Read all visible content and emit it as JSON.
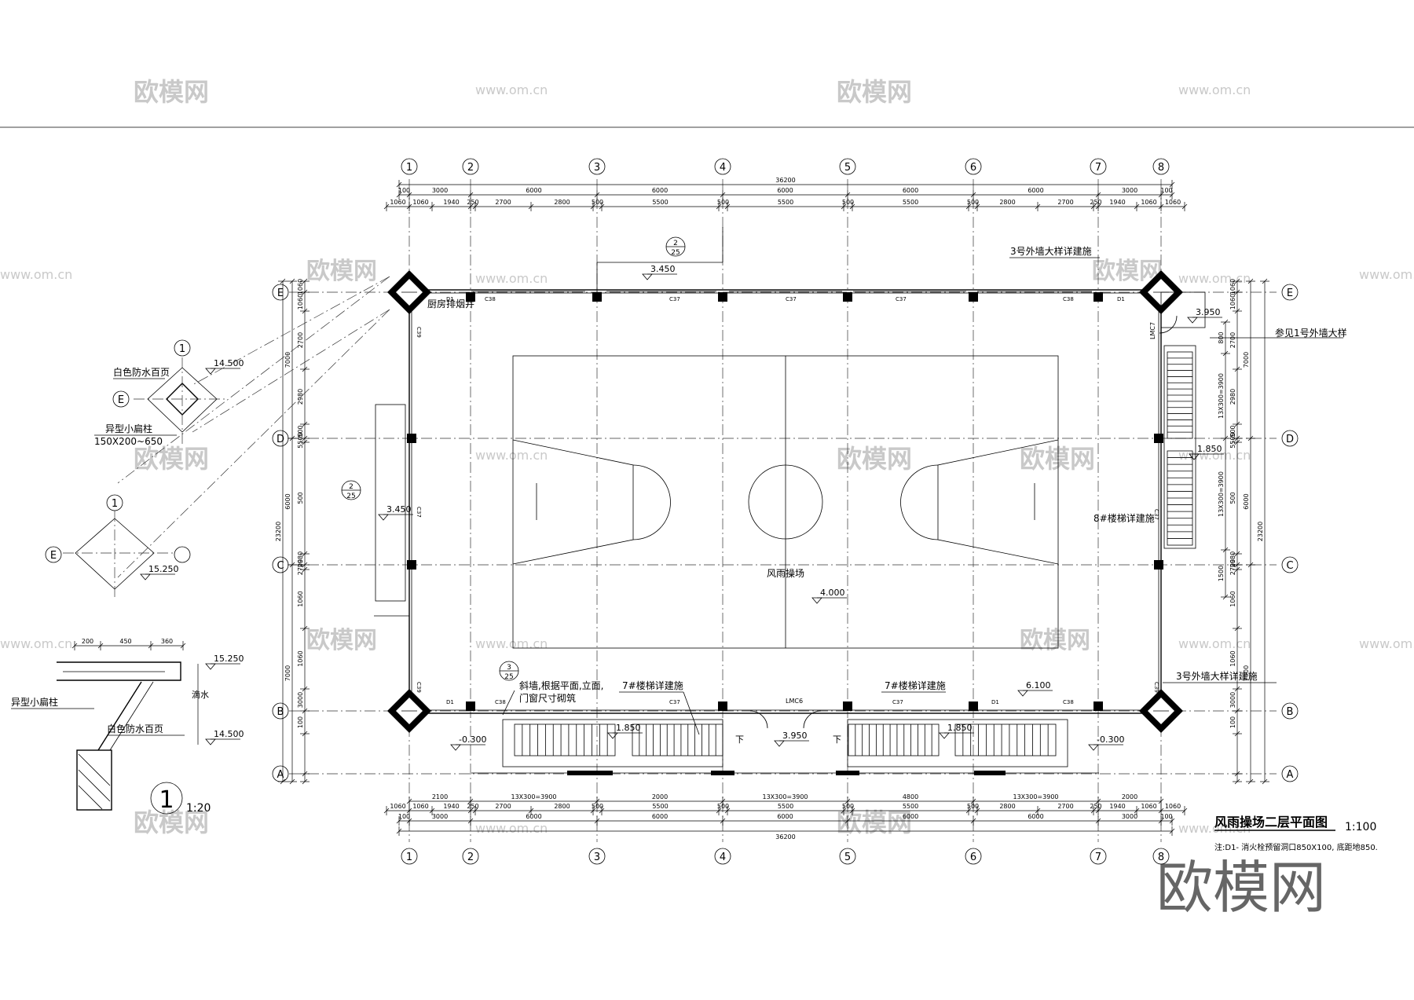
{
  "drawing_title": "风雨操场二层平面图",
  "drawing_scale": "1:100",
  "note": "注:D1- 消火栓预留洞口850X100, 底距地850.",
  "watermark_big": "欧模网",
  "watermark_small": "欧模网",
  "watermark_url": "www.om.cn",
  "axes_numbers": [
    "1",
    "2",
    "3",
    "4",
    "5",
    "6",
    "7",
    "8"
  ],
  "axes_letters": [
    "E",
    "D",
    "C",
    "B",
    "A"
  ],
  "overall_width": "36200",
  "overall_depth": "23200",
  "top_dims_row1": [
    "100",
    "3000",
    "6000",
    "6000",
    "6000",
    "6000",
    "6000",
    "3000",
    "100"
  ],
  "top_dims_row2": [
    "1060",
    "1060",
    "1940",
    "250",
    "2700",
    "2800",
    "500",
    "5500",
    "500",
    "5500",
    "500",
    "5500",
    "500",
    "2800",
    "2700",
    "250",
    "1940",
    "1060",
    "1060"
  ],
  "bottom_dims_row1": [
    "2100",
    "13X300=3900",
    "2000",
    "13X300=3900",
    "100",
    "4800",
    "100",
    "13X300=3900",
    "2000",
    "13X300=3900",
    "2100"
  ],
  "left_dims": [
    "1060",
    "1060",
    "2700",
    "2980",
    "500",
    "5500",
    "500",
    "2980",
    "2700",
    "1060",
    "1060",
    "3000",
    "100"
  ],
  "right_dims_outer": [
    "1060",
    "3000",
    "7000",
    "2980",
    "500",
    "5500",
    "500",
    "2980",
    "7000",
    "1060",
    "3000",
    "100"
  ],
  "right_dims_inner": [
    "800",
    "13X300=3900",
    "13X300=3900",
    "1500"
  ],
  "labels": {
    "court": "风雨操场",
    "court_level": "4.000",
    "roof_level": "3.450",
    "roof_level_left": "3.450",
    "stair_level_right": "1.850",
    "stair_level_b1": "1.850",
    "stair_level_b2": "1.850",
    "entry_level": "3.950",
    "door_level_right": "3.950",
    "outside_left": "-0.300",
    "outside_right": "-0.300",
    "level_b_right": "6.100",
    "chimney": "厨房排烟井",
    "wall_detail_3_top": "3号外墙大样详建施",
    "wall_detail_1": "参见1号外墙大样",
    "wall_detail_3_bottom": "3号外墙大样详建施",
    "stair8": "8#楼梯详建施",
    "stair7_left": "7#楼梯详建施",
    "stair7_right": "7#楼梯详建施",
    "slope_wall": "斜墙,根据平面,立面,",
    "slope_wall2": "门窗尺寸砌筑",
    "door_lmc6": "LMC6",
    "door_lmc7": "LMC7",
    "down": "下",
    "window_c37": "C37",
    "window_c38": "C38",
    "window_c39": "C39",
    "hydrant_d1": "D1",
    "detail_ref_2_25": "2",
    "detail_ref_25": "25",
    "detail_ref_3_25": "3"
  },
  "detail": {
    "scale_number": "1",
    "scale": "1:20",
    "louver_label": "白色防水百页",
    "louver_label_2": "白色防水百页",
    "column_label": "异型小扁柱",
    "column_size": "150X200~650",
    "column_label_2": "异型小扁柱",
    "level_top": "14.500",
    "level_mid": "15.250",
    "level_a": "15.250",
    "level_b": "14.500",
    "drip": "滴水",
    "dims": [
      "200",
      "450",
      "360"
    ]
  }
}
